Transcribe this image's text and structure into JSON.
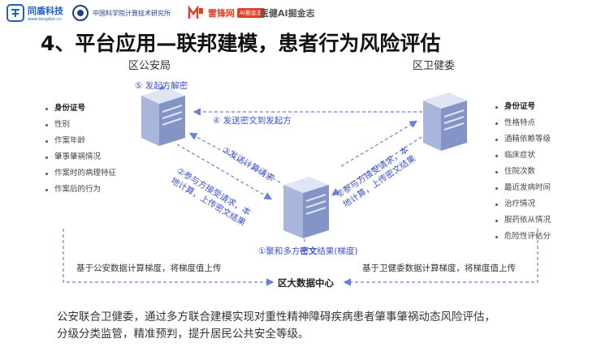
{
  "logos": [
    {
      "icon": "tongdun-logo-icon",
      "text": "同盾科技",
      "subtext": "www.tongdun.cn",
      "color": "#1f5fbf"
    },
    {
      "icon": "academy-logo-icon",
      "text": "中国科学院计算技术研究所",
      "color": "#1c3f8f"
    },
    {
      "icon": "leifeng-logo-icon",
      "text": "雷锋网",
      "badge": "AI掘金志",
      "color": "#e0402a"
    },
    {
      "icon": "yitong-logo-icon",
      "text": "医健AI掘金志",
      "color": "#555555"
    }
  ],
  "title": "4、平台应用—联邦建模，患者行为风险评估",
  "nodes": {
    "left": {
      "label": "区公安局",
      "items": [
        "身份证号",
        "性别",
        "作案年龄",
        "肇事肇祸情况",
        "作案时的病理特征",
        "作案后的行为"
      ]
    },
    "right": {
      "label": "区卫健委",
      "items": [
        "身份证号",
        "性格特点",
        "酒精依赖等级",
        "临床症状",
        "住院次数",
        "最近发病时间",
        "治疗情况",
        "服药依从情况",
        "危险性评估分"
      ]
    },
    "center": {
      "label": "区大数据中心"
    }
  },
  "steps": {
    "s1": "①聚和多方密文结果(梯度)",
    "s1_prefix": "①聚和多方",
    "s1_highlight": "密文",
    "s1_suffix": "结果(梯度)",
    "s2_left_line1": "②参与方接受请求，本",
    "s2_left_line2": "地计算，上传密文结果",
    "s2_right_line1": "②参与方接受请求，本",
    "s2_right_line2": "地计算，上传密文结果",
    "s3": "③发送计算请求",
    "s4": "④ 发送密文到发起方",
    "s5": "⑤ 发起方解密"
  },
  "bottom": {
    "left": "基于公安数据计算梯度，将梯度值上传",
    "right": "基于卫健委数据计算梯度，将梯度值上传"
  },
  "summary": {
    "line1": "公安联合卫健委，通过多方联合建模实现对重性精神障碍疾病患者肇事肇祸动态风险评估，",
    "line2": "分级分类监管，精准预判，提升居民公共安全等级。"
  },
  "colors": {
    "accent": "#3a52c9",
    "dashed": "#6d7fd8",
    "server_top": "#c9d3ea",
    "server_front": "#8f9fcc"
  }
}
